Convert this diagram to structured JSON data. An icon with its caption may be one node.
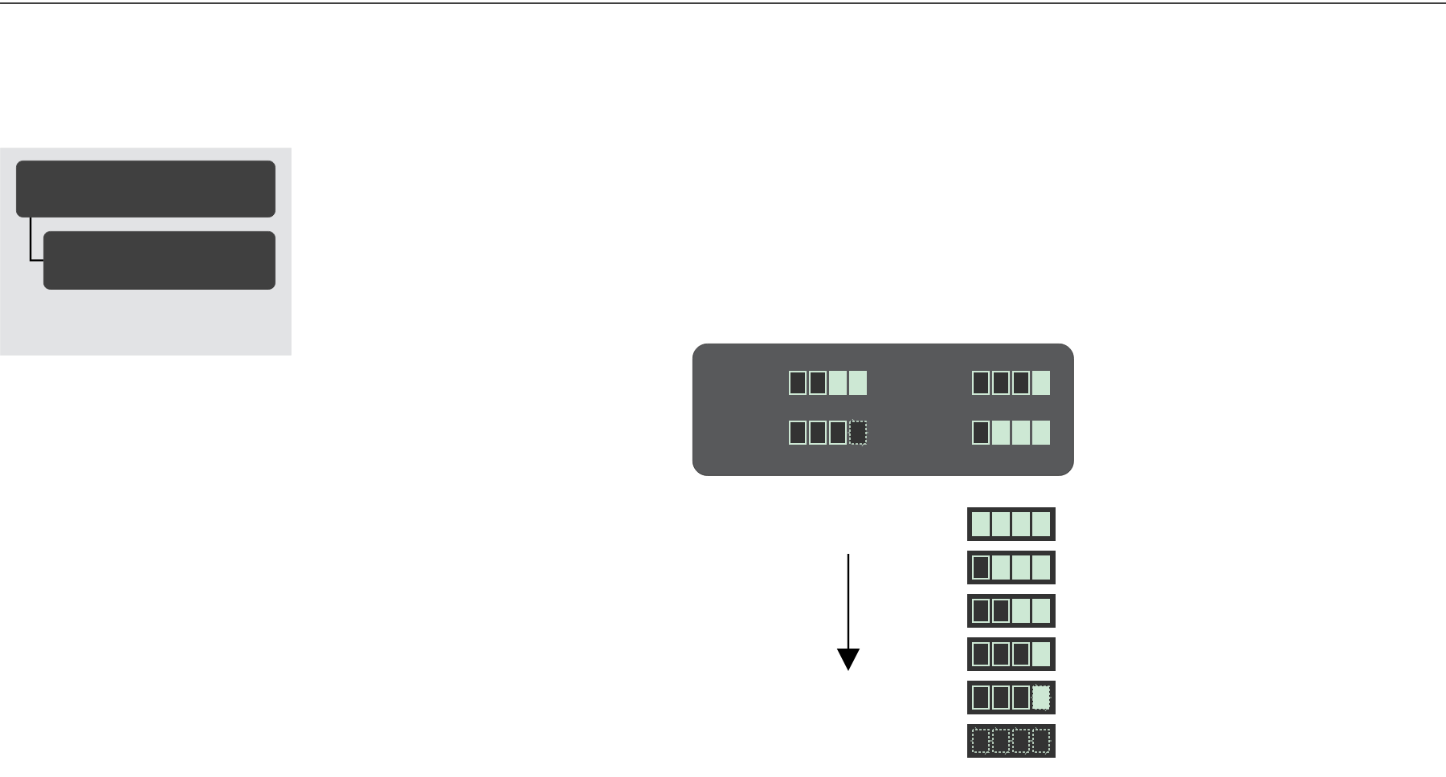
{
  "diagram": {
    "nodes": [
      {
        "text": [],
        "shape": "box"
      },
      {
        "text": [],
        "shape": "box",
        "in": 0
      },
      {
        "text": [],
        "shape": "box",
        "in": 0
      },
      {
        "text": [],
        "shape": "box"
      }
    ],
    "edges": [
      {
        "from": 1,
        "to": 2,
        "arrow": "none"
      }
    ]
  }
}
